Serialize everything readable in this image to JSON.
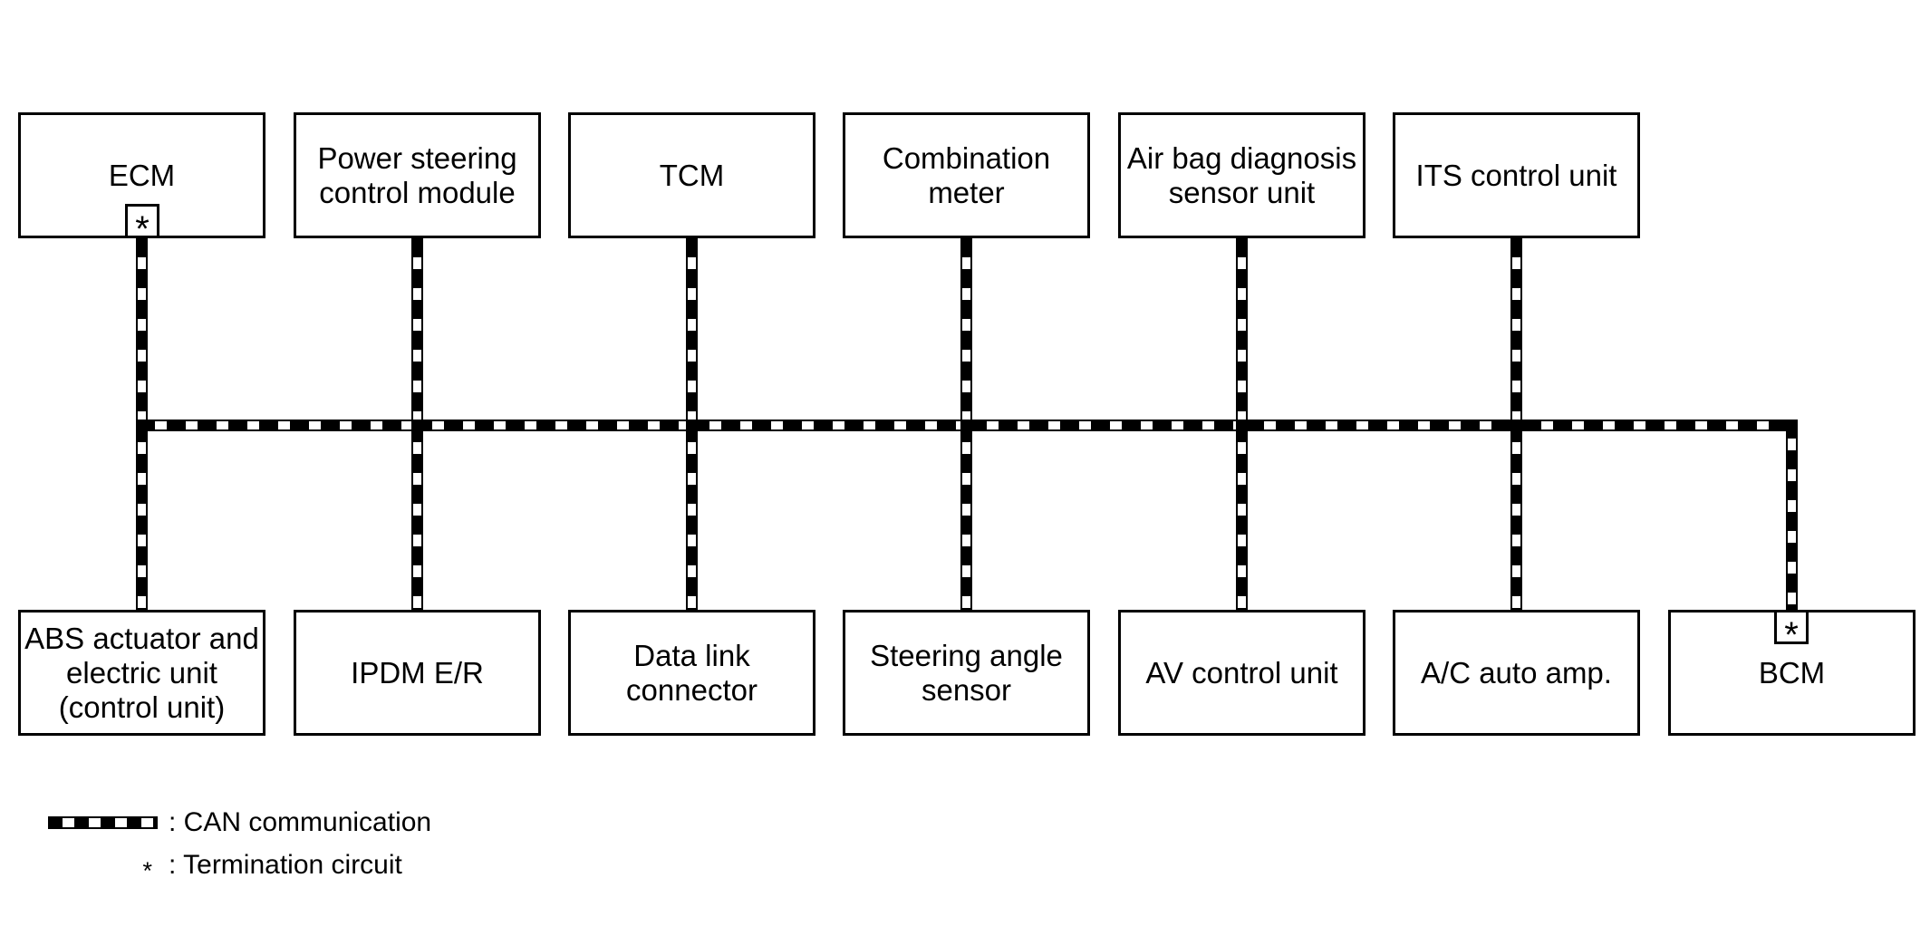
{
  "colors": {
    "ink": "#000000",
    "background": "#ffffff"
  },
  "nodes": {
    "top": [
      {
        "name": "ecm",
        "lines": [
          "ECM"
        ],
        "termination": true
      },
      {
        "name": "power-steering-control-module",
        "lines": [
          "Power steering",
          "control module"
        ]
      },
      {
        "name": "tcm",
        "lines": [
          "TCM"
        ]
      },
      {
        "name": "combination-meter",
        "lines": [
          "Combination",
          "meter"
        ]
      },
      {
        "name": "air-bag-diagnosis-sensor-unit",
        "lines": [
          "Air bag diagnosis",
          "sensor unit"
        ]
      },
      {
        "name": "its-control-unit",
        "lines": [
          "ITS control unit"
        ]
      }
    ],
    "bottom": [
      {
        "name": "abs-actuator-and-electric-unit",
        "lines": [
          "ABS actuator and",
          "electric unit",
          "(control unit)"
        ]
      },
      {
        "name": "ipdm-er",
        "lines": [
          "IPDM E/R"
        ]
      },
      {
        "name": "data-link-connector",
        "lines": [
          "Data link",
          "connector"
        ]
      },
      {
        "name": "steering-angle-sensor",
        "lines": [
          "Steering angle",
          "sensor"
        ]
      },
      {
        "name": "av-control-unit",
        "lines": [
          "AV control unit"
        ]
      },
      {
        "name": "ac-auto-amp",
        "lines": [
          "A/C auto amp."
        ]
      },
      {
        "name": "bcm",
        "lines": [
          "BCM"
        ],
        "termination": true
      }
    ]
  },
  "symbols": {
    "termination_asterisk": "*"
  },
  "legend": {
    "can_label": ": CAN communication",
    "termination_symbol": "*",
    "termination_label": ": Termination circuit"
  }
}
